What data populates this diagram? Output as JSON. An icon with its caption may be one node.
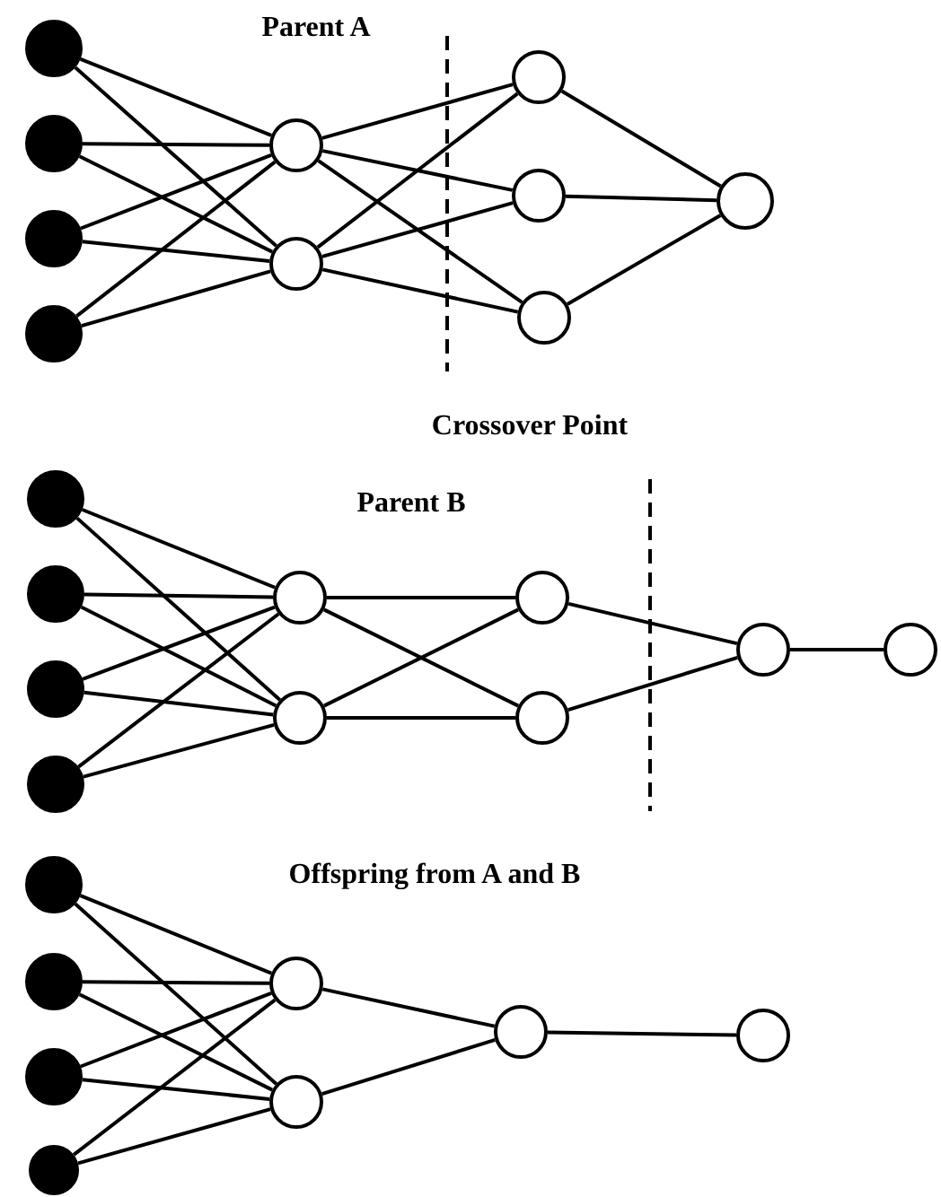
{
  "diagram": {
    "nodes": [
      {
        "text": [],
        "shape": "circle"
      },
      {
        "text": [],
        "shape": "circle"
      },
      {
        "text": [],
        "shape": "circle"
      },
      {
        "text": [],
        "shape": "circle"
      },
      {
        "text": [],
        "shape": "circle"
      },
      {
        "text": [],
        "shape": "circle"
      },
      {
        "text": [],
        "shape": "circle"
      },
      {
        "text": [],
        "shape": "circle"
      },
      {
        "text": [],
        "shape": "circle"
      },
      {
        "text": [],
        "shape": "circle"
      },
      {
        "text": [],
        "shape": "circle"
      },
      {
        "text": [],
        "shape": "circle"
      },
      {
        "text": [],
        "shape": "circle"
      },
      {
        "text": [],
        "shape": "circle"
      },
      {
        "text": [],
        "shape": "circle"
      },
      {
        "text": [],
        "shape": "circle"
      },
      {
        "text": [],
        "shape": "circle"
      },
      {
        "text": [],
        "shape": "circle"
      },
      {
        "text": [],
        "shape": "circle"
      },
      {
        "text": [],
        "shape": "circle"
      },
      {
        "text": [],
        "shape": "circle"
      },
      {
        "text": [],
        "shape": "circle"
      },
      {
        "text": [],
        "shape": "circle"
      },
      {
        "text": [],
        "shape": "circle"
      },
      {
        "text": [],
        "shape": "circle"
      },
      {
        "text": [],
        "shape": "circle"
      },
      {
        "text": [],
        "shape": "circle"
      },
      {
        "text": [],
        "shape": "circle"
      }
    ],
    "edges": [
      {
        "from": 0,
        "to": 4,
        "arrow": "none"
      },
      {
        "from": 0,
        "to": 5,
        "arrow": "none"
      },
      {
        "from": 1,
        "to": 4,
        "arrow": "none"
      },
      {
        "from": 1,
        "to": 5,
        "arrow": "none"
      },
      {
        "from": 2,
        "to": 4,
        "arrow": "none"
      },
      {
        "from": 2,
        "to": 5,
        "arrow": "none"
      },
      {
        "from": 3,
        "to": 4,
        "arrow": "none"
      },
      {
        "from": 3,
        "to": 5,
        "arrow": "none"
      },
      {
        "from": 4,
        "to": 6,
        "arrow": "none"
      },
      {
        "from": 4,
        "to": 7,
        "arrow": "none"
      },
      {
        "from": 4,
        "to": 8,
        "arrow": "none"
      },
      {
        "from": 5,
        "to": 6,
        "arrow": "none"
      },
      {
        "from": 5,
        "to": 7,
        "arrow": "none"
      },
      {
        "from": 5,
        "to": 8,
        "arrow": "none"
      },
      {
        "from": 6,
        "to": 9,
        "arrow": "none"
      },
      {
        "from": 7,
        "to": 9,
        "arrow": "none"
      },
      {
        "from": 8,
        "to": 9,
        "arrow": "none"
      },
      {
        "from": 10,
        "to": 14,
        "arrow": "none"
      },
      {
        "from": 10,
        "to": 15,
        "arrow": "none"
      },
      {
        "from": 11,
        "to": 14,
        "arrow": "none"
      },
      {
        "from": 11,
        "to": 15,
        "arrow": "none"
      },
      {
        "from": 12,
        "to": 14,
        "arrow": "none"
      },
      {
        "from": 12,
        "to": 15,
        "arrow": "none"
      },
      {
        "from": 13,
        "to": 14,
        "arrow": "none"
      },
      {
        "from": 13,
        "to": 15,
        "arrow": "none"
      },
      {
        "from": 14,
        "to": 16,
        "arrow": "none"
      },
      {
        "from": 14,
        "to": 17,
        "arrow": "none"
      },
      {
        "from": 15,
        "to": 16,
        "arrow": "none"
      },
      {
        "from": 15,
        "to": 17,
        "arrow": "none"
      },
      {
        "from": 16,
        "to": 18,
        "arrow": "none"
      },
      {
        "from": 17,
        "to": 18,
        "arrow": "none"
      },
      {
        "from": 18,
        "to": 19,
        "arrow": "none"
      },
      {
        "from": 20,
        "to": 24,
        "arrow": "none"
      },
      {
        "from": 20,
        "to": 25,
        "arrow": "none"
      },
      {
        "from": 21,
        "to": 24,
        "arrow": "none"
      },
      {
        "from": 21,
        "to": 25,
        "arrow": "none"
      },
      {
        "from": 22,
        "to": 24,
        "arrow": "none"
      },
      {
        "from": 22,
        "to": 25,
        "arrow": "none"
      },
      {
        "from": 23,
        "to": 24,
        "arrow": "none"
      },
      {
        "from": 23,
        "to": 25,
        "arrow": "none"
      },
      {
        "from": 24,
        "to": 26,
        "arrow": "none"
      },
      {
        "from": 25,
        "to": 26,
        "arrow": "none"
      },
      {
        "from": 26,
        "to": 27,
        "arrow": "none"
      }
    ],
    "labels": [
      "Parent A",
      "Crossover Point",
      "Parent B",
      "Offspring from A and B"
    ]
  }
}
